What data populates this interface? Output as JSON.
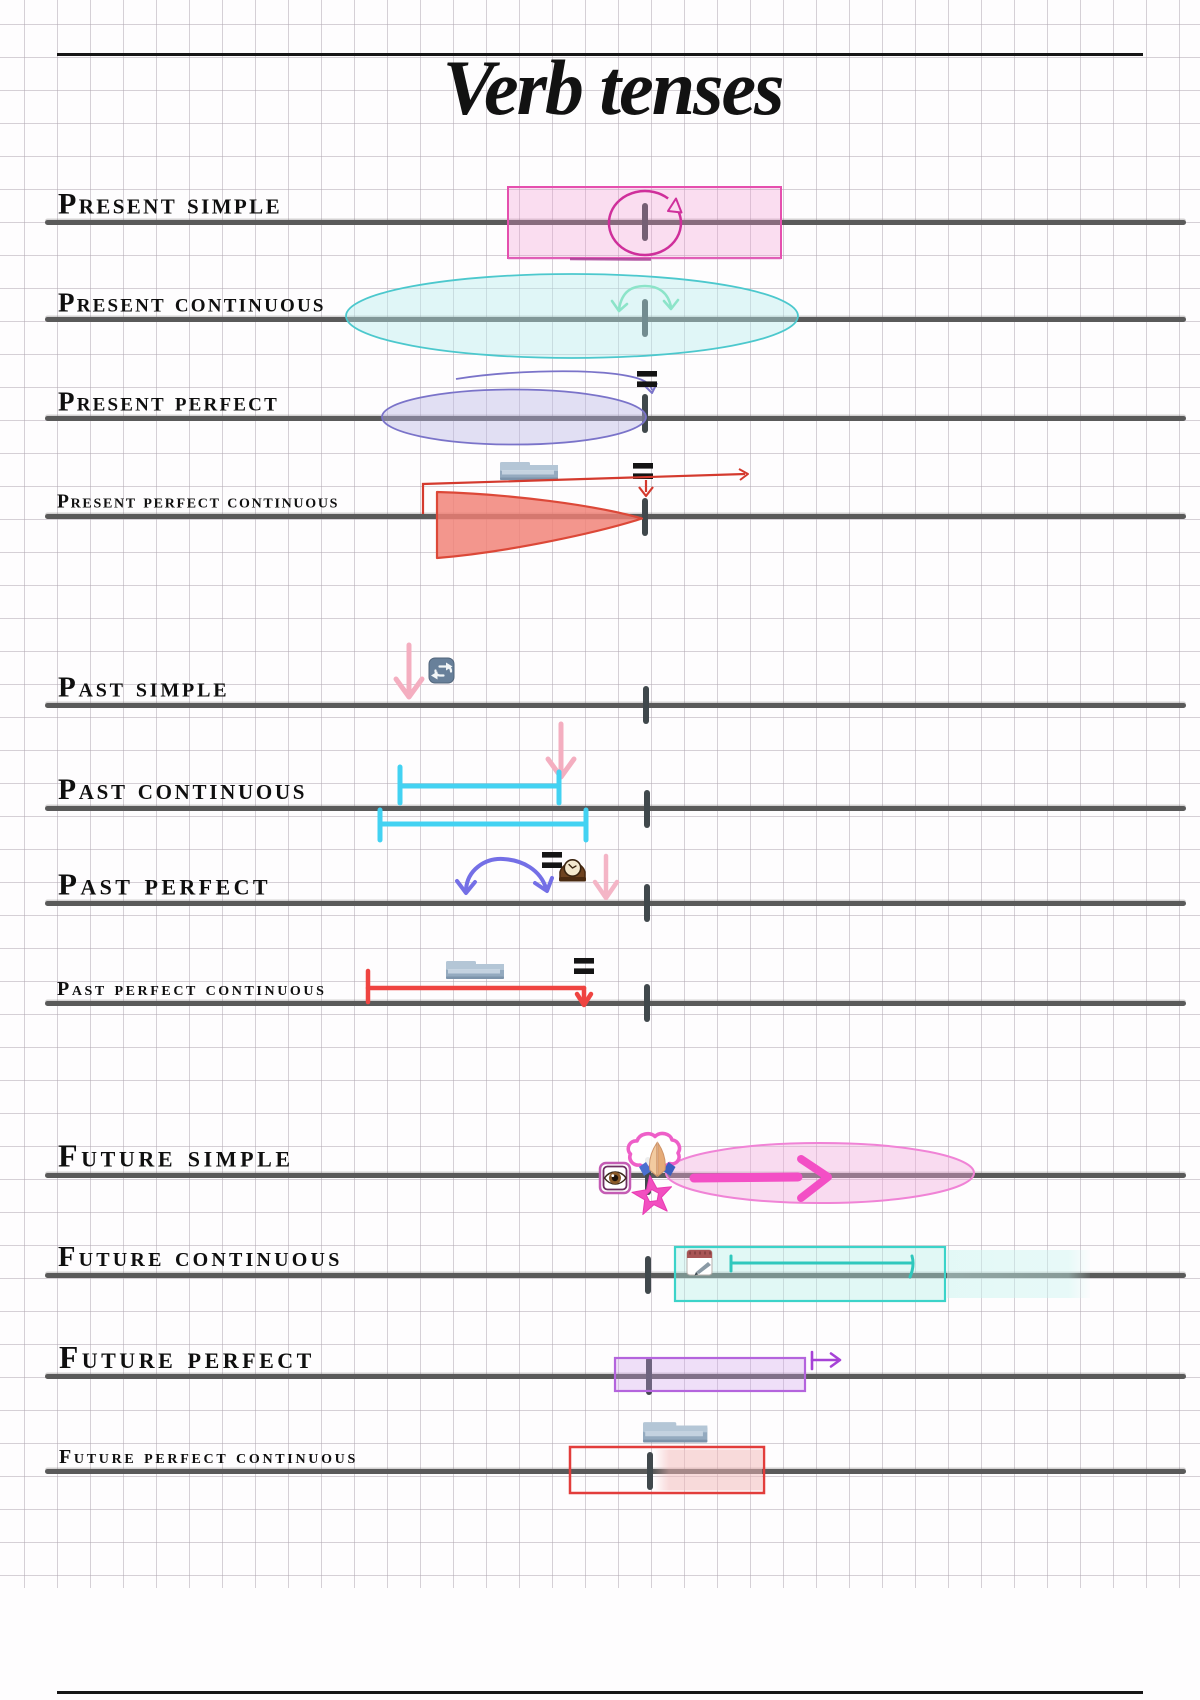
{
  "page": {
    "title": "Verb tenses"
  },
  "colors": {
    "ink": "#111111",
    "timeline": "#5a5a5a",
    "now_marker": "#454d50",
    "grid_line": "#bab2ba",
    "present_simple_pink": "#e54fae",
    "present_continuous_teal": "#4cc8cd",
    "present_perfect_periwinkle": "#7a73c9",
    "perfect_continuous_red": "#dc4838",
    "past_arrow_pink": "#f4aec0",
    "past_continuous_cyan": "#43d2f2",
    "past_perfect_blue": "#746fe6",
    "future_simple_magenta": "#f34fc5",
    "future_continuous_teal": "#3bd3c9",
    "future_perfect_purple": "#b464dd",
    "future_perfect_cont_red": "#e23d3b"
  },
  "rows": [
    {
      "label": "Present simple",
      "icons": [
        "repeat-loop-circle-arrow",
        "highlight-box"
      ]
    },
    {
      "label": "Present continuous",
      "icons": [
        "bounce-arc-arrow",
        "highlight-ellipse"
      ]
    },
    {
      "label": "Present perfect",
      "icons": [
        "swoosh-arrow",
        "equals-sign",
        "highlight-ellipse"
      ]
    },
    {
      "label": "Present perfect continuous",
      "icons": [
        "eraser",
        "equals-sign",
        "long-right-arrow",
        "down-arrowhead",
        "duration-cone"
      ]
    },
    {
      "label": "Past simple",
      "icons": [
        "pink-down-arrow",
        "repeat-button"
      ]
    },
    {
      "label": "Past continuous",
      "icons": [
        "pink-down-arrow",
        "interval-bar",
        "interval-bar"
      ]
    },
    {
      "label": "Past perfect",
      "icons": [
        "hop-arrow",
        "equals-sign",
        "mantel-clock",
        "pink-down-arrow"
      ]
    },
    {
      "label": "Past perfect continuous",
      "icons": [
        "eraser",
        "equals-sign",
        "interval-down-arrow"
      ]
    },
    {
      "label": "Future simple",
      "icons": [
        "eye-box",
        "thought-cloud",
        "praying-hands",
        "star",
        "thick-right-arrow",
        "highlight-ellipse"
      ]
    },
    {
      "label": "Future continuous",
      "icons": [
        "calendar-pencil",
        "interval-bar",
        "highlight-box"
      ]
    },
    {
      "label": "Future perfect",
      "icons": [
        "maps-to-arrow",
        "highlight-box"
      ]
    },
    {
      "label": "Future perfect continuous",
      "icons": [
        "eraser",
        "highlight-box"
      ]
    }
  ]
}
